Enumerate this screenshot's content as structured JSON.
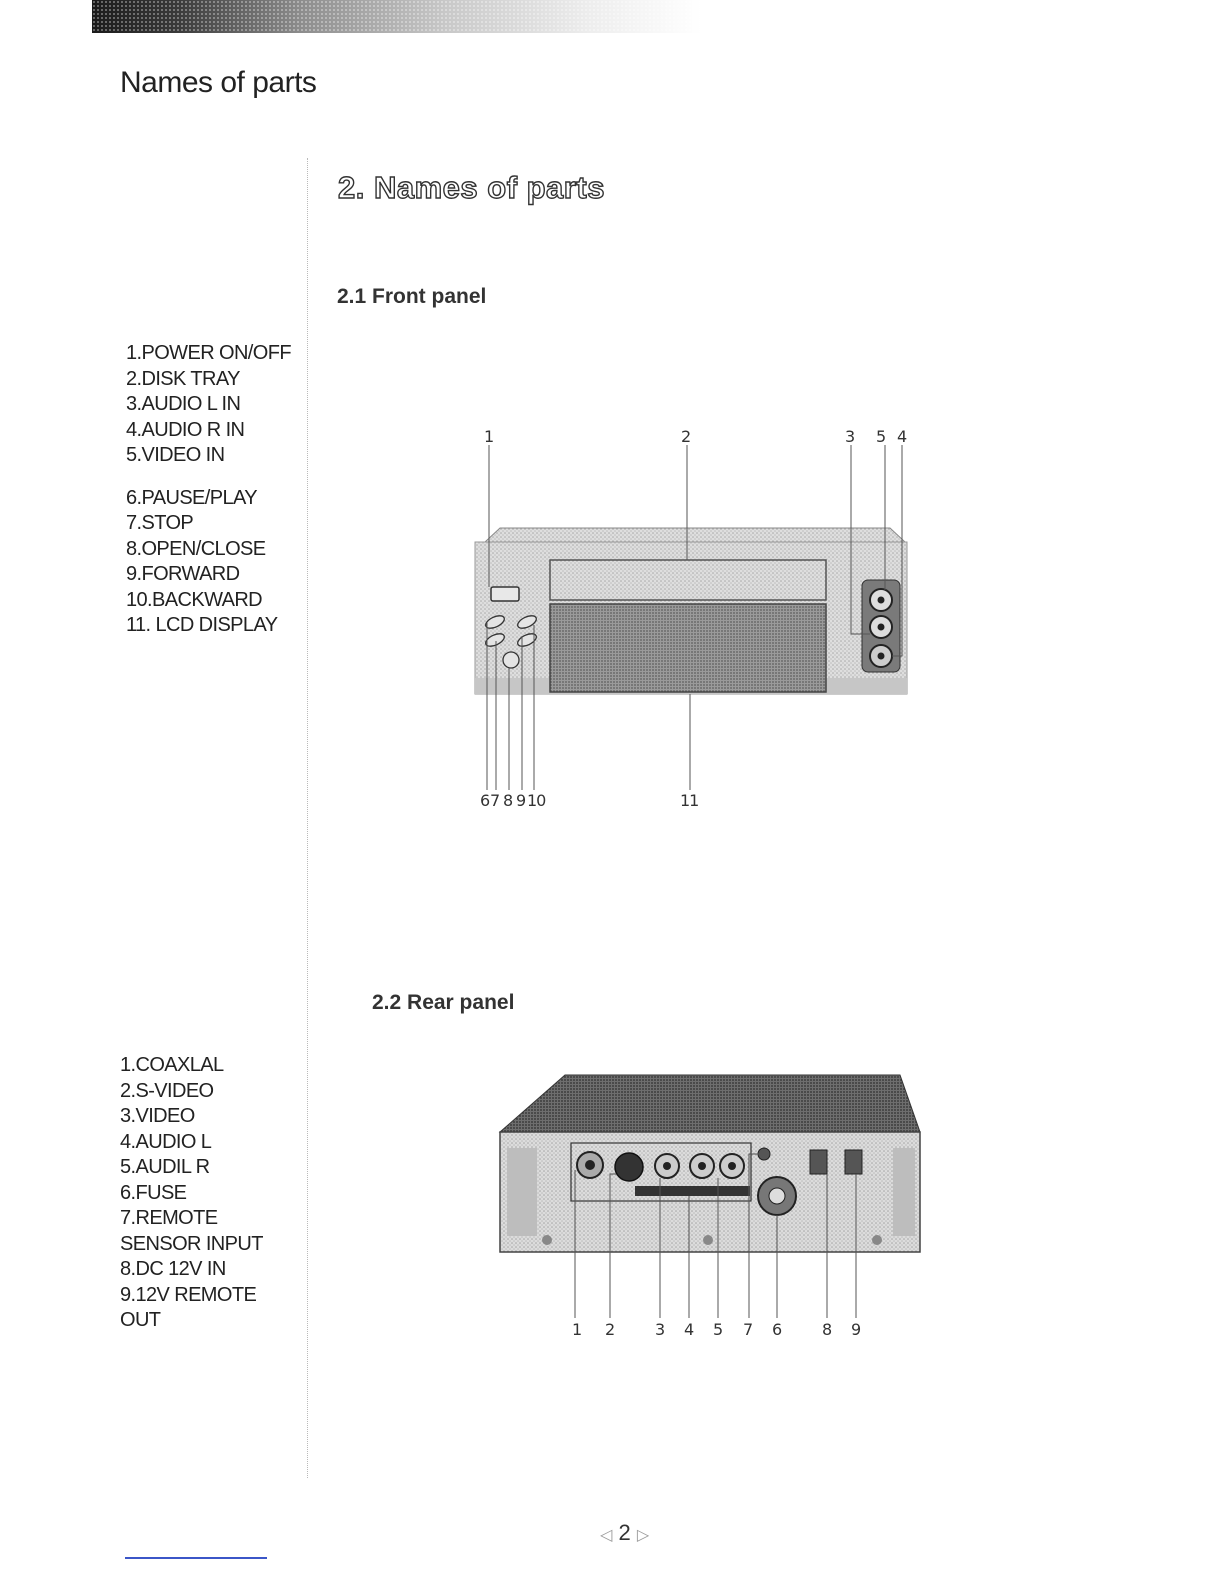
{
  "page": {
    "header": "Names of parts",
    "section_title": "2. Names of parts",
    "page_number": "2",
    "nav_prev": "◁",
    "nav_next": "▷"
  },
  "front_panel": {
    "heading": "2.1 Front panel",
    "parts": [
      "1.POWER ON/OFF",
      "2.DISK TRAY",
      "3.AUDIO L IN",
      "4.AUDIO R IN",
      "5.VIDEO IN",
      "6.PAUSE/PLAY",
      "7.STOP",
      "8.OPEN/CLOSE",
      "9.FORWARD",
      "10.BACKWARD",
      "11. LCD DISPLAY"
    ],
    "callouts_top": [
      "1",
      "2",
      "3",
      "5",
      "4"
    ],
    "callouts_bottom": [
      "6",
      "7",
      "8",
      "9",
      "10",
      "11"
    ]
  },
  "rear_panel": {
    "heading": "2.2 Rear panel",
    "parts": [
      "1.COAXLAL",
      "2.S-VIDEO",
      "3.VIDEO",
      "4.AUDIO L",
      "5.AUDIL R",
      "6.FUSE",
      "7.REMOTE",
      "SENSOR INPUT",
      "8.DC 12V IN",
      "9.12V REMOTE",
      "OUT"
    ],
    "callouts": [
      "1",
      "2",
      "3",
      "4",
      "5",
      "7",
      "6",
      "8",
      "9"
    ]
  }
}
